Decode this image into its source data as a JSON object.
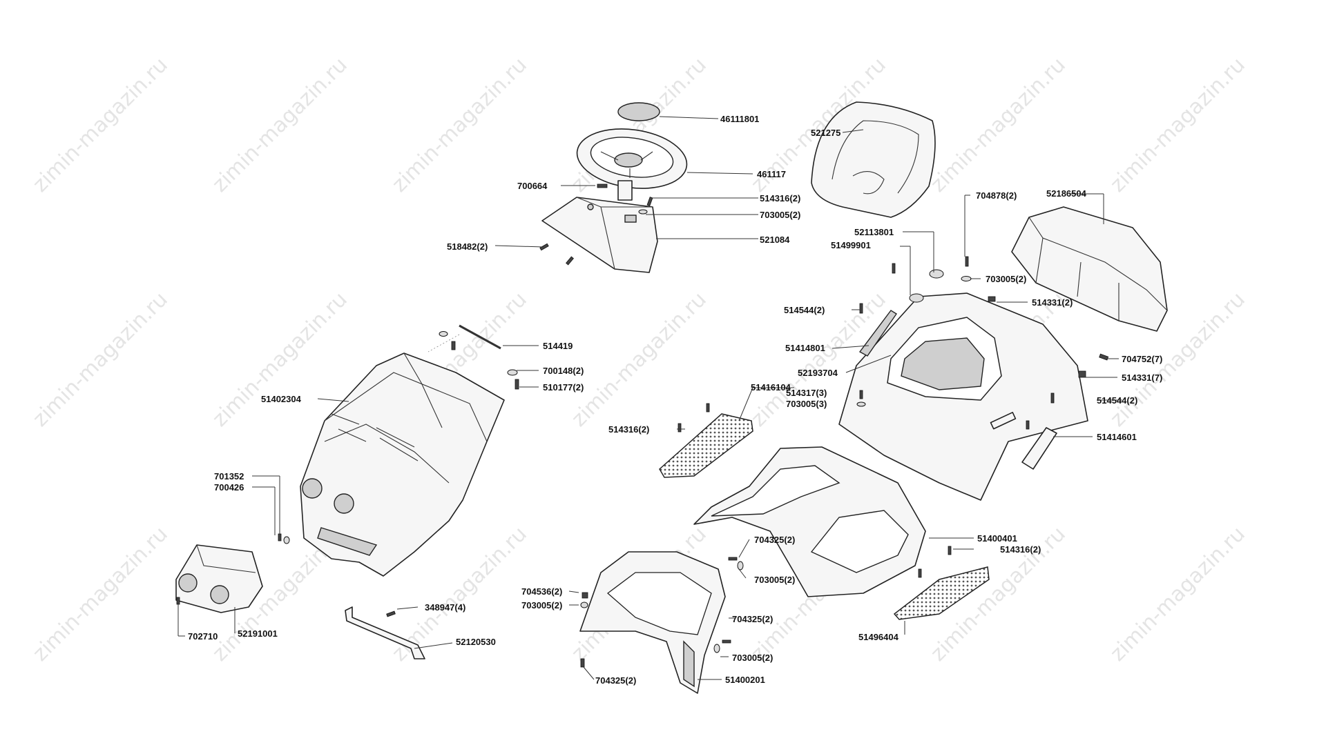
{
  "watermark": "zimin-magazin.ru",
  "labels": {
    "p46111801": "46111801",
    "p461117": "461117",
    "p700664": "700664",
    "p514316_2a": "514316(2)",
    "p703005_2a": "703005(2)",
    "p518482_2": "518482(2)",
    "p521084": "521084",
    "p521275": "521275",
    "p704878_2": "704878(2)",
    "p52186504": "52186504",
    "p52113801": "52113801",
    "p51499901": "51499901",
    "p703005_2b": "703005(2)",
    "p514544_2a": "514544(2)",
    "p514331_2": "514331(2)",
    "p51414801": "51414801",
    "p704752_7": "704752(7)",
    "p52193704": "52193704",
    "p514331_7": "514331(7)",
    "p51416104": "51416104",
    "p514317_3": "514317(3)",
    "p703005_3": "703005(3)",
    "p514544_2b": "514544(2)",
    "p514316_2b": "514316(2)",
    "p51414601": "51414601",
    "p514419": "514419",
    "p700148_2": "700148(2)",
    "p510177_2": "510177(2)",
    "p51402304": "51402304",
    "p701352": "701352",
    "p700426": "700426",
    "p51400401": "51400401",
    "p514316_2c": "514316(2)",
    "p704325_2a": "704325(2)",
    "p703005_2c": "703005(2)",
    "p704536_2": "704536(2)",
    "p703005_2d": "703005(2)",
    "p348947_4": "348947(4)",
    "p704325_2b": "704325(2)",
    "p703005_2e": "703005(2)",
    "p702710": "702710",
    "p52191001": "52191001",
    "p52120530": "52120530",
    "p51496404": "51496404",
    "p704325_2c": "704325(2)",
    "p51400201": "51400201"
  }
}
